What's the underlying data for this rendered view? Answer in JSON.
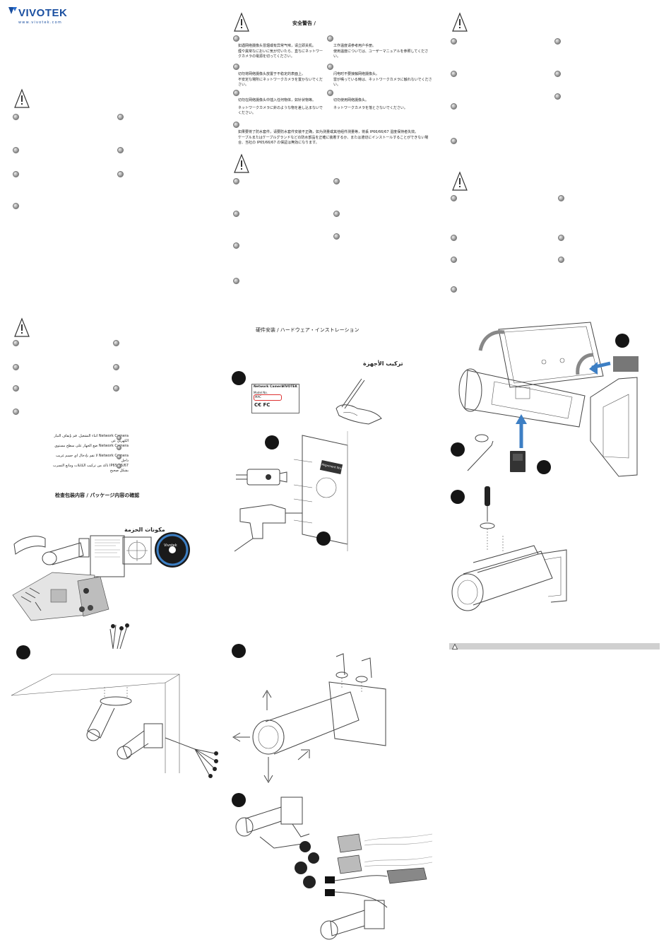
{
  "brand": {
    "logo_text": "VIVOTEK",
    "tagline": "www.vivotek.com"
  },
  "warnings": {
    "safety_title": "安全警告 /",
    "cn": [
      "如遇网络摄像头冒烟或有异常气味，请立即关机。",
      "切勿将网络摄像头放置于不稳定的表面上。",
      "切勿在网络摄像头中插入任何物体，如针状物等。",
      "工作温度请参考用户手册。",
      "闪电时不要接触网络摄像头。",
      "切勿使用网络摄像头。",
      "如果要将了防水套件，请要防水套件安装不正确，如为测量或其他组件测量等，将丢 IP66/66/67 湿度保持者失效。"
    ],
    "jp": [
      "煙や異常なにおいに気が付いたら、直ちにネットワークカメラの電源を切ってください。",
      "不安定な場所にネットワークカメラを置かないでください。",
      "ネットワークカメラに針のような物を差し込まないでください。",
      "使用温度については、ユーザーマニュアルを参照してください。",
      "雷が鳴っている時は、ネットワークカメラに触れないでください。",
      "ネットワークカメラを落とさないでください。",
      "ケーブルまたはケーブルグランドなどの防水部品を正確に装着するか、または適切にインストールすることができない場合、当社の IP65/66/67 の保証は無効になります。"
    ]
  },
  "hardware": {
    "title": "硬件安装 / ハードウェア・インストレーション",
    "title_ar": "تركيب الأجهزة",
    "label_title": "Network Camera",
    "label_brand": "VIVOTEK",
    "label_model": "Model No.",
    "label_mac": "MAC",
    "label_certs": "C€ FC",
    "template_text": "Alignment Sticker"
  },
  "package": {
    "title": "检查包装内容 /  パッケージ内容の確認",
    "title_ar": "مكونات الحزمة",
    "cd_brand": "Vivotek",
    "arabic_notes": [
      "Network Camera أثناء التشغيل. قم بإيقاف التيار الكهربي عن",
      "Network Camera ضع الجهاز على سطح مستوي",
      "Network Camera لا تقم بإدخال أي جسم غريب داخل",
      "IP65/66/67 تأكد من تركيب الكابلات ومانع التسرب بشكل صحيح"
    ]
  },
  "footer": {
    "caution_icon": "warning-triangle-icon"
  },
  "colors": {
    "step_circle": "#151515",
    "arrow_blue": "#3d7fc4",
    "caption_bar": "#d0d0d0"
  }
}
